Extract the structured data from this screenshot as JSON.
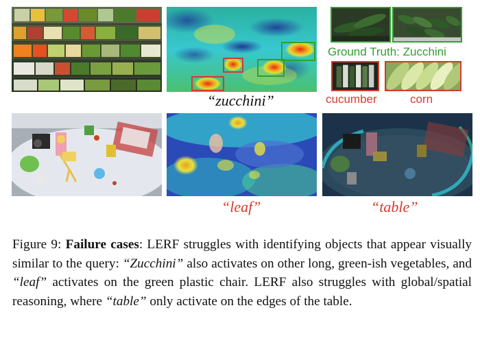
{
  "top_row": {
    "query_label": "“zucchini”",
    "ground_truth_label": "Ground Truth: Zucchini",
    "false_labels": [
      "cucumber",
      "corn"
    ]
  },
  "bottom_row": {
    "query_labels": [
      "“leaf”",
      "“table”"
    ]
  },
  "caption": {
    "figure_label": "Figure 9:",
    "title": "Failure cases",
    "t1": ": LERF struggles with identifying objects that appear visually similar to the query: ",
    "q1": "“Zucchini”",
    "t2": " also activates on other long, green-ish vegetables, and ",
    "q2": "“leaf”",
    "t3": " activates on the green plastic chair. LERF also struggles with global/spatial reasoning, where ",
    "q3": "“table”",
    "t4": " only activate on the edges of the table."
  },
  "colors": {
    "green_box": "#2fa12d",
    "red_box": "#d63a2c",
    "heat_red": "#e83a1a",
    "heat_blue": "#1f3fb0"
  }
}
